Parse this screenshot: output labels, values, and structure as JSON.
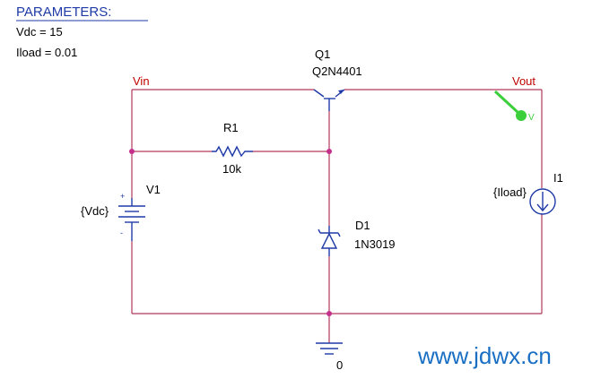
{
  "parameters": {
    "header": "PARAMETERS:",
    "vdc": "Vdc = 15",
    "iload": "Iload = 0.01"
  },
  "nets": {
    "vin": "Vin",
    "vout": "Vout",
    "ground": "0"
  },
  "q1": {
    "ref": "Q1",
    "model": "Q2N4401"
  },
  "r1": {
    "ref": "R1",
    "value": "10k"
  },
  "v1": {
    "ref": "V1",
    "value": "{Vdc}",
    "plus": "+",
    "minus": "-"
  },
  "d1": {
    "ref": "D1",
    "model": "1N3019"
  },
  "i1": {
    "ref": "I1",
    "value": "{Iload}"
  },
  "probe": {
    "label": "V"
  },
  "watermark": "www.jdwx.cn",
  "colors": {
    "wire": "#b2385a",
    "component": "#1f3aa7",
    "net_label": "#c00000",
    "junction": "#c62e8c",
    "probe": "#3ccf3c",
    "watermark": "#1a6fc4"
  }
}
